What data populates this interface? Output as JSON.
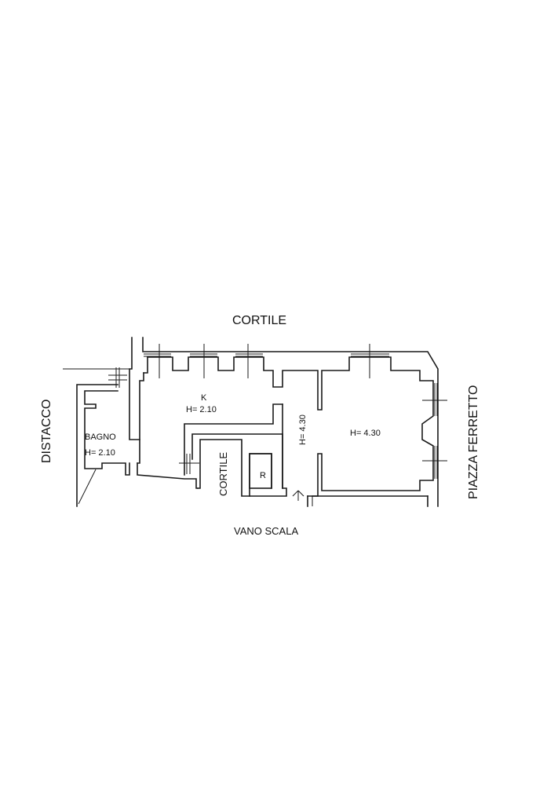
{
  "labels": {
    "cortile_top": "CORTILE",
    "distacco": "DISTACCO",
    "piazza": "PIAZZA FERRETTO",
    "vano_scala": "VANO SCALA",
    "bagno_name": "BAGNO",
    "bagno_height": "H= 2.10",
    "kitchen_name": "K",
    "kitchen_height": "H= 2.10",
    "corridor_height": "H= 4.30",
    "main_room_height": "H= 4.30",
    "cortile_inner": "CORTILE",
    "r_box": "R"
  },
  "colors": {
    "line": "#1a1a1a",
    "background": "#ffffff"
  }
}
